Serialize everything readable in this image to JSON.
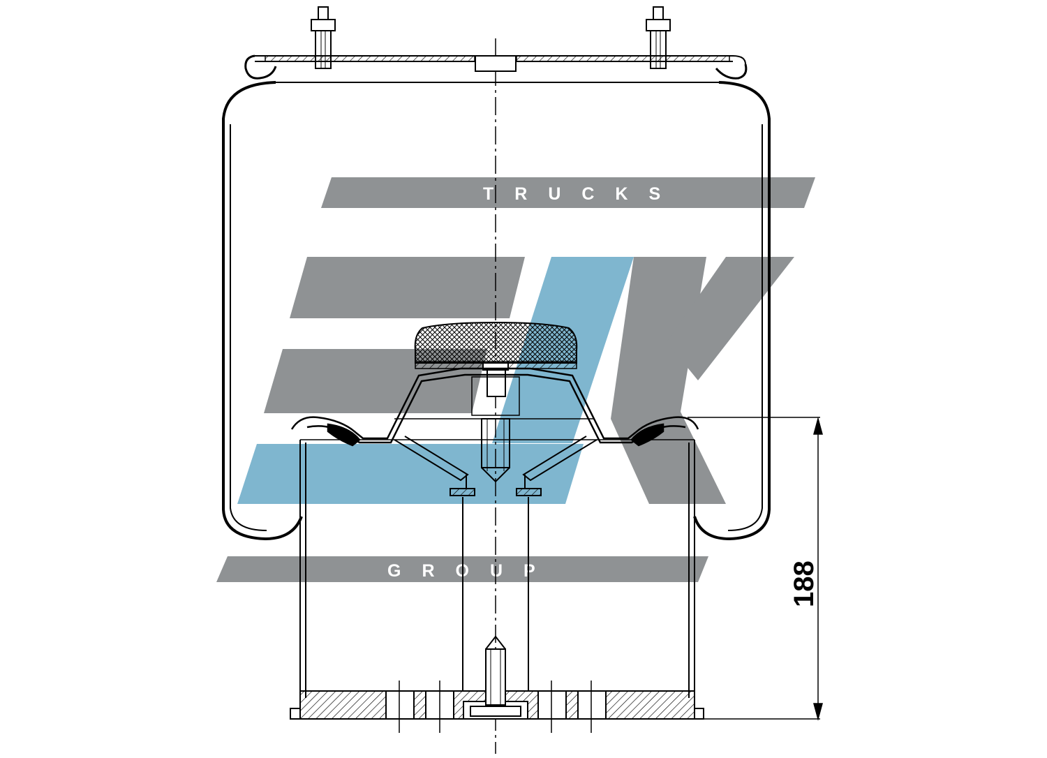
{
  "watermark": {
    "top_text": "TRUCKS",
    "bottom_text": "GROUP",
    "colors": {
      "gray": "#8f9294",
      "blue": "#7fb6cf",
      "text": "#ffffff"
    }
  },
  "drawing": {
    "dimension_label": "188",
    "line_color": "#000000"
  }
}
